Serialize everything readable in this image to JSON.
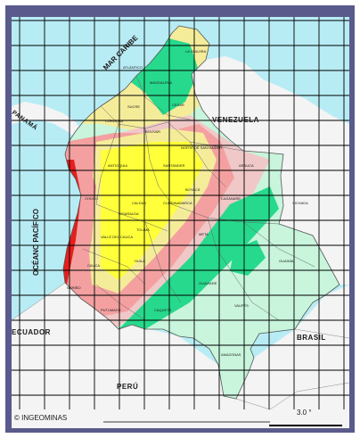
{
  "map": {
    "labels": {
      "caribbean": "MAR CARIBE",
      "panama": "PANAMÁ",
      "pacific": "OCÉANO PACÍFICO",
      "venezuela": "VENEZUELA",
      "ecuador": "ECUADOR",
      "brasil": "BRASIL",
      "peru": "PERÚ"
    },
    "copyright": "© INGEOMINAS",
    "scale_label": "3.0 °",
    "colors": {
      "ocean": "#b8ecf5",
      "land_outside": "#f4f4f4",
      "very_high": "#e51e1e",
      "high": "#f4a0a0",
      "medium_high": "#f0c8c8",
      "medium": "#ffff3a",
      "low_medium": "#f5ec9a",
      "low": "#27d98c",
      "very_low": "#c8f5dc",
      "grid": "#000000",
      "frame": "#5a5a8c"
    },
    "department_labels": [
      "LA GUAJIRA",
      "ATLÁNTICO",
      "MAGDALENA",
      "CESAR",
      "CÓRDOBA",
      "SUCRE",
      "BOLÍVAR",
      "ANTIOQUIA",
      "SANTANDER",
      "NORTE DE SANTANDER",
      "ARAUCA",
      "BOYACÁ",
      "CASANARE",
      "CUNDINAMARCA",
      "CALDAS",
      "RISARALDA",
      "CHOCÓ",
      "VALLE DEL CAUCA",
      "TOLIMA",
      "META",
      "VICHADA",
      "HUILA",
      "CAUCA",
      "NARIÑO",
      "CAQUETÁ",
      "GUAVIARE",
      "GUAINÍA",
      "VAUPÉS",
      "PUTUMAYO",
      "AMAZONAS"
    ]
  }
}
